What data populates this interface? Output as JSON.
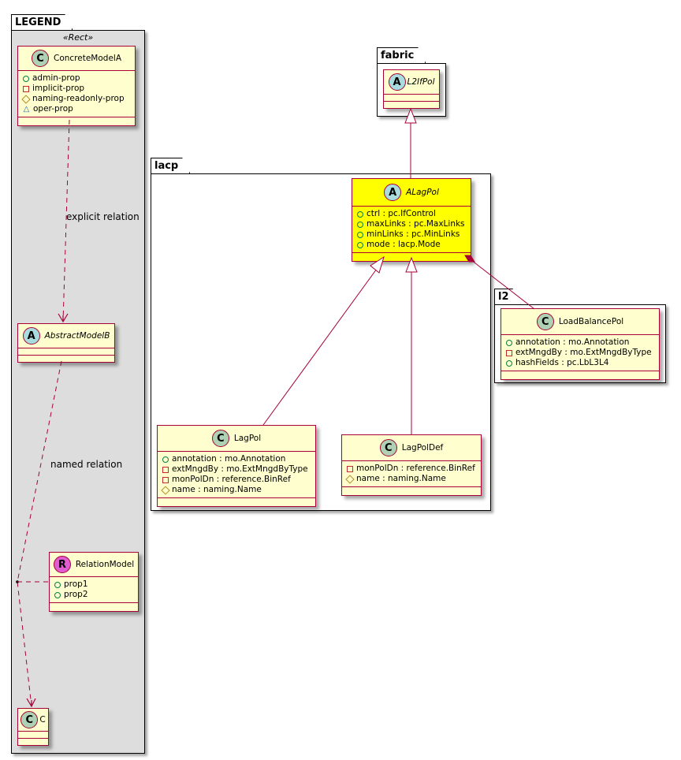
{
  "legend": {
    "package_label": "LEGEND",
    "stereotype": "«Rect»",
    "concrete_model": {
      "name": "ConcreteModelA",
      "badge": "C",
      "attributes": [
        {
          "visibility": "public",
          "text": "admin-prop"
        },
        {
          "visibility": "private",
          "text": "implicit-prop"
        },
        {
          "visibility": "protected",
          "text": "naming-readonly-prop"
        },
        {
          "visibility": "package",
          "text": "oper-prop"
        }
      ]
    },
    "abstract_model": {
      "name": "AbstractModelB",
      "badge": "A"
    },
    "relation_model": {
      "name": "RelationModel",
      "badge": "R",
      "attributes": [
        {
          "visibility": "public",
          "text": "prop1"
        },
        {
          "visibility": "public",
          "text": "prop2"
        }
      ]
    },
    "c_model": {
      "name": "C",
      "badge": "C"
    },
    "explicit_relation_label": "explicit relation",
    "named_relation_label": "named relation"
  },
  "fabric": {
    "package_label": "fabric",
    "class": {
      "name": "L2IfPol",
      "badge": "A"
    }
  },
  "lacp": {
    "package_label": "lacp",
    "alagpol": {
      "name": "ALagPol",
      "badge": "A",
      "highlight_color": "#ffff00",
      "attributes": [
        {
          "visibility": "public",
          "text": "ctrl : pc.IfControl"
        },
        {
          "visibility": "public",
          "text": "maxLinks : pc.MaxLinks"
        },
        {
          "visibility": "public",
          "text": "minLinks : pc.MinLinks"
        },
        {
          "visibility": "public",
          "text": "mode : lacp.Mode"
        }
      ]
    },
    "lagpol": {
      "name": "LagPol",
      "badge": "C",
      "attributes": [
        {
          "visibility": "public",
          "text": "annotation : mo.Annotation"
        },
        {
          "visibility": "private",
          "text": "extMngdBy : mo.ExtMngdByType"
        },
        {
          "visibility": "private",
          "text": "monPolDn : reference.BinRef"
        },
        {
          "visibility": "protected",
          "text": "name : naming.Name"
        }
      ]
    },
    "lagpoldef": {
      "name": "LagPolDef",
      "badge": "C",
      "attributes": [
        {
          "visibility": "private",
          "text": "monPolDn : reference.BinRef"
        },
        {
          "visibility": "protected",
          "text": "name : naming.Name"
        }
      ]
    }
  },
  "l2": {
    "package_label": "l2",
    "class": {
      "name": "LoadBalancePol",
      "badge": "C",
      "attributes": [
        {
          "visibility": "public",
          "text": "annotation : mo.Annotation"
        },
        {
          "visibility": "private",
          "text": "extMngdBy : mo.ExtMngdByType"
        },
        {
          "visibility": "public",
          "text": "hashFields : pc.LbL3L4"
        }
      ]
    }
  }
}
